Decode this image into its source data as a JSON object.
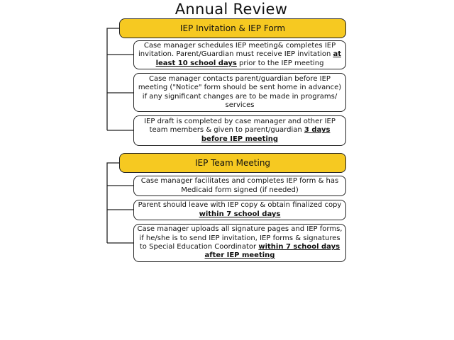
{
  "title": "Annual Review",
  "sections": [
    {
      "header": "IEP Invitation & IEP Form",
      "steps": [
        {
          "before": "Case manager schedules IEP meeting& completes IEP invitation. Parent/Guardian must receive IEP invitation ",
          "emphasis": "at least 10 school days",
          "after": " prior to the IEP meeting"
        },
        {
          "before": "Case manager contacts parent/guardian before IEP meeting (\"Notice\" form should be sent home in advance) if any significant changes are to be made in programs/ services",
          "emphasis": "",
          "after": ""
        },
        {
          "before": "IEP draft is completed by case manager and other IEP team members & given to parent/guardian ",
          "emphasis": "3 days before IEP meeting",
          "after": ""
        }
      ]
    },
    {
      "header": "IEP Team Meeting",
      "steps": [
        {
          "before": "Case manager facilitates and completes IEP form & has Medicaid form signed (if needed)",
          "emphasis": "",
          "after": ""
        },
        {
          "before": "Parent should leave with IEP copy & obtain finalized copy ",
          "emphasis": "within 7 school days",
          "after": ""
        },
        {
          "before": "Case manager uploads all signature pages and IEP forms, if he/she is to send IEP invitation, IEP forms & signatures to Special Education Coordinator ",
          "emphasis": "within 7 school days after IEP meeting",
          "after": ""
        }
      ]
    }
  ]
}
